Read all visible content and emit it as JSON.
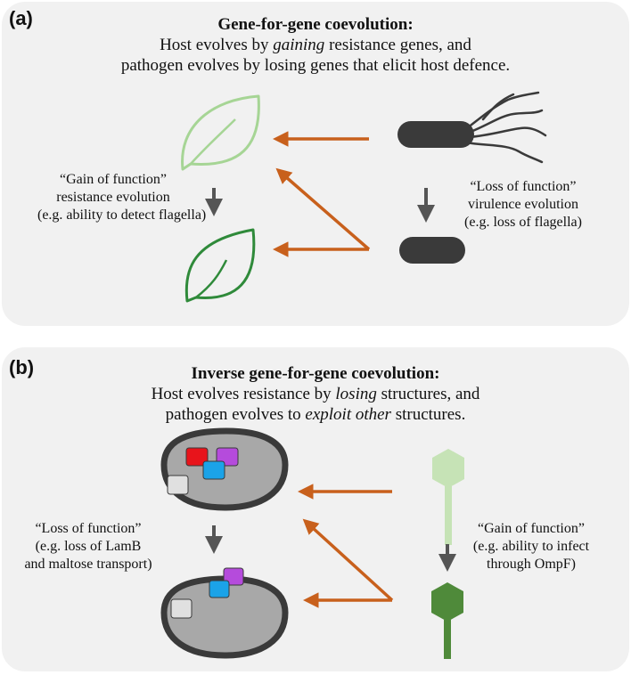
{
  "panel_a": {
    "label": "(a)",
    "title": "Gene-for-gene coevolution:",
    "subtitle_line1_pre": "Host evolves by ",
    "subtitle_line1_em": "gaining",
    "subtitle_line1_post": " resistance genes, and",
    "subtitle_line2": "pathogen evolves by losing genes that elicit host defence.",
    "host_caption": [
      "“Gain of function”",
      "resistance evolution",
      "(e.g. ability to detect flagella)"
    ],
    "pathogen_caption": [
      "“Loss of function”",
      "virulence evolution",
      "(e.g. loss of flagella)"
    ]
  },
  "panel_b": {
    "label": "(b)",
    "title": "Inverse gene-for-gene coevolution:",
    "subtitle_line1_pre": "Host evolves resistance by ",
    "subtitle_line1_em": "losing",
    "subtitle_line1_post": " structures, and",
    "subtitle_line2_pre": "pathogen evolves to ",
    "subtitle_line2_em": "exploit other",
    "subtitle_line2_post": " structures.",
    "host_caption": [
      "“Loss of function”",
      "(e.g. loss of LamB",
      "and maltose transport)"
    ],
    "pathogen_caption": [
      "“Gain of function”",
      "(e.g. ability to infect",
      "through OmpF)"
    ]
  },
  "colors": {
    "panel_bg": "#f1f1f1",
    "arrow_orange": "#c8601c",
    "arrow_grey": "#555555",
    "leaf_light": "#a6d595",
    "leaf_dark": "#2f8a3a",
    "bacterium": "#3a3a3a",
    "cell_fill": "#a8a8a8",
    "receptor_red": "#e8141b",
    "receptor_purple": "#b54bdc",
    "receptor_blue": "#1ba3e8",
    "receptor_grey": "#e0e0e0",
    "phage_light": "#c6e3b6",
    "phage_dark": "#4f8a3a"
  }
}
